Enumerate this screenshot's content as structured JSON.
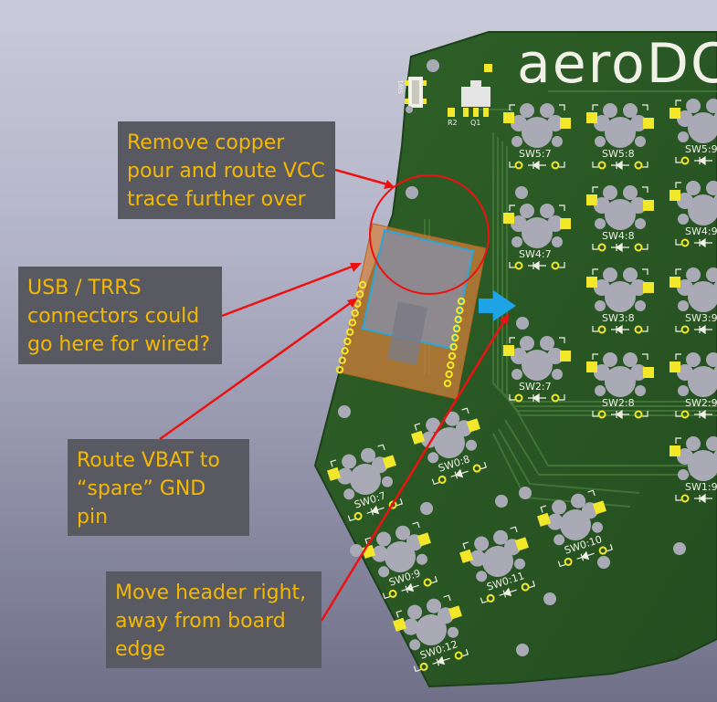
{
  "board": {
    "logo_text": "aeroDC",
    "switch_labels": [
      "SW5:7",
      "SW5:8",
      "SW5:9",
      "SW4:7",
      "SW4:8",
      "SW4:9",
      "SW3:8",
      "SW3:9",
      "SW2:7",
      "SW2:8",
      "SW2:9",
      "SW1:9",
      "SW0:7",
      "SW0:8",
      "SW0:9",
      "SW0:10",
      "SW0:11",
      "SW0:12"
    ],
    "component_labels": [
      "R2",
      "Q1",
      "SW1"
    ]
  },
  "callouts": {
    "copper": "Remove copper\npour and route VCC\ntrace further over",
    "usb": "USB / TRRS\nconnectors could\ngo here for wired?",
    "vbat": "Route VBAT to\n“spare” GND\npin",
    "header": "Move header right,\naway from board\nedge"
  },
  "colors": {
    "pcb": "#2b5a25",
    "silk": "#f1f1e8",
    "pad": "#f2e829",
    "hole": "#a9aab6",
    "module_overlay": "#d6803a",
    "arrow_red": "#ee1111",
    "arrow_blue": "#1ea4e6",
    "callout_bg": "#595a61",
    "callout_text": "#f5b800"
  }
}
